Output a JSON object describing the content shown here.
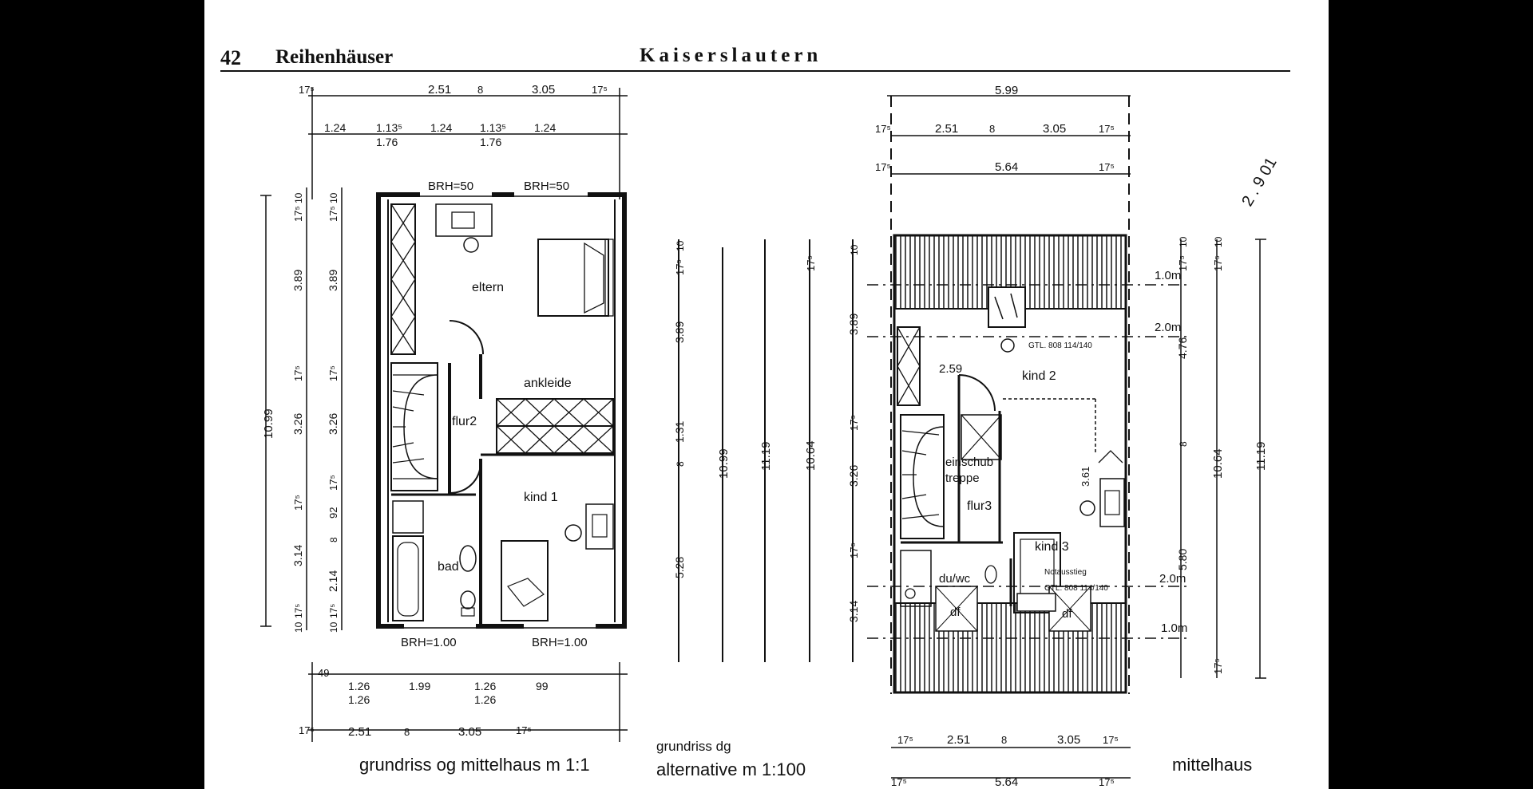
{
  "header": {
    "page_number": "42",
    "section": "Reihenhäuser",
    "city": "Kaiserslautern"
  },
  "plan_left": {
    "caption": "grundriss og mittelhaus m 1:1",
    "rooms": {
      "eltern": "eltern",
      "ankleide": "ankleide",
      "flur": "flur2",
      "kind": "kind 1",
      "bad": "bad"
    },
    "brh_top_1": "BRH=50",
    "brh_top_2": "BRH=50",
    "brh_bottom_1": "BRH=1.00",
    "brh_bottom_2": "BRH=1.00",
    "dims_top_row1": [
      "17⁵",
      "2.51",
      "8",
      "3.05",
      "17⁵"
    ],
    "dims_top_row2": [
      "1.24",
      "1.13⁵",
      "1.24",
      "1.13⁵",
      "1.24"
    ],
    "dims_top_row3": [
      "1.76",
      "1.76"
    ],
    "dims_bottom_row1": [
      "49",
      "1.26",
      "1.99",
      "1.26",
      "99"
    ],
    "dims_bottom_row2": [
      "1.26",
      "1.26"
    ],
    "dims_bottom_row3": [
      "17⁵",
      "2.51",
      "8",
      "3.05",
      "17⁵"
    ],
    "dims_vertical_total": "10.99",
    "dims_vertical_a": [
      "17⁵",
      "10",
      "3.89",
      "17⁵",
      "3.26",
      "17⁵",
      "3.14",
      "10",
      "17⁵"
    ],
    "dims_vertical_b": [
      "17⁵",
      "10",
      "3.89",
      "17⁵",
      "3.26",
      "17⁵",
      "92",
      "8",
      "2.14",
      "10",
      "17⁵"
    ]
  },
  "plan_middle": {
    "caption_1": "grundriss dg",
    "caption_2": "alternative m 1:100",
    "dims": [
      "17⁵",
      "10",
      "3.89",
      "1.31",
      "8",
      "5.28",
      "10.99",
      "11.19",
      "10.64",
      "17⁵",
      "10",
      "3.89",
      "17⁵",
      "3.26",
      "17⁵",
      "3.14"
    ]
  },
  "plan_right": {
    "caption": "mittelhaus",
    "stamp": "2 . 9 01",
    "rooms": {
      "kind2": "kind 2",
      "einschub": "einschub",
      "treppe": "treppe",
      "flur": "flur3",
      "kind3": "kind 3",
      "duwc": "du/wc",
      "df1": "df",
      "df2": "df"
    },
    "window_label_1": "GTL. 808 114/140",
    "window_label_2": "Notausstieg",
    "window_label_3": "GTL. 808 114/140",
    "level_labels": [
      "1.0m",
      "2.0m",
      "2.0m",
      "1.0m"
    ],
    "dim_259": "2.59",
    "dim_361": "3.61",
    "dims_top_row0": "5.99",
    "dims_top_row1": [
      "17⁵",
      "2.51",
      "8",
      "3.05",
      "17⁵"
    ],
    "dims_top_row2": [
      "17⁵",
      "5.64",
      "17⁵"
    ],
    "dims_bottom_row1": [
      "17⁵",
      "2.51",
      "8",
      "3.05",
      "17⁵"
    ],
    "dims_bottom_row2": [
      "17⁵",
      "5.64",
      "17⁵"
    ],
    "dims_vertical_right": [
      "17⁵",
      "10",
      "4.76",
      "8",
      "5.80",
      "17⁵",
      "10",
      "10.64",
      "17⁵",
      "11.19"
    ]
  }
}
